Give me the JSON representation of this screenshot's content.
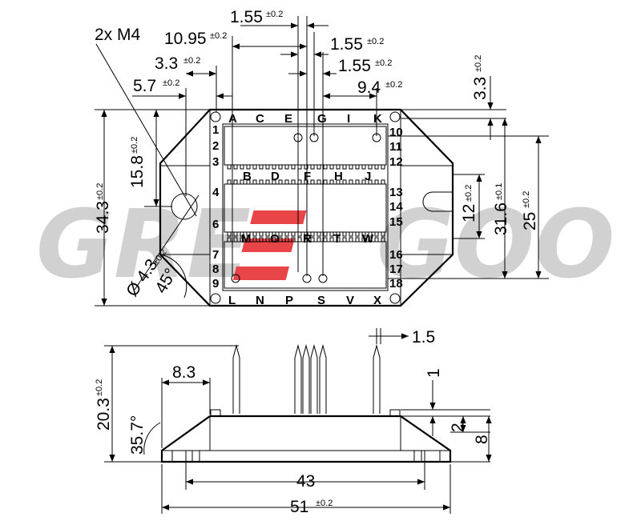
{
  "watermark": {
    "text_left": "GRE",
    "text_right": "GOO",
    "mark_color": "#e5252a",
    "text_color": "#c9c9c9"
  },
  "top_view": {
    "top_dims": [
      {
        "key": "d155a",
        "value": "1.55",
        "tol": "±0.2"
      },
      {
        "key": "d1095",
        "value": "10.95",
        "tol": "±0.2"
      },
      {
        "key": "d155b",
        "value": "1.55",
        "tol": "±0.2"
      },
      {
        "key": "d33",
        "value": "3.3",
        "tol": "±0.2"
      },
      {
        "key": "d155c",
        "value": "1.55",
        "tol": "±0.2"
      },
      {
        "key": "d57",
        "value": "5.7",
        "tol": "±0.2"
      },
      {
        "key": "d94",
        "value": "9.4",
        "tol": "±0.2"
      }
    ],
    "screw_label": "2x M4",
    "vertical_dims": [
      {
        "key": "v33",
        "value": "3.3",
        "tol": "±0.2"
      },
      {
        "key": "v158",
        "value": "15.8",
        "tol": "±0.2"
      },
      {
        "key": "v343",
        "value": "34.3",
        "tol": "±0.2"
      },
      {
        "key": "v12",
        "value": "12",
        "tol": "±0.2"
      },
      {
        "key": "v316",
        "value": "31.6",
        "tol": "±0.1"
      },
      {
        "key": "v25",
        "value": "25",
        "tol": "±0.2"
      }
    ],
    "hole_dim": {
      "value": "Ø 4.3",
      "tol": "±0.2"
    },
    "angle": "45°",
    "top_letters": [
      "A",
      "C",
      "E",
      "G",
      "I",
      "K"
    ],
    "mid1_letters": [
      "B",
      "D",
      "F",
      "H",
      "J"
    ],
    "mid2_letters": [
      "M",
      "O",
      "R",
      "T",
      "W"
    ],
    "bottom_letters": [
      "L",
      "N",
      "P",
      "S",
      "V",
      "X"
    ],
    "left_numbers": [
      "1",
      "2",
      "3",
      "4",
      "6",
      "7",
      "8",
      "9"
    ],
    "right_numbers": [
      "10",
      "11",
      "12",
      "13",
      "14",
      "15",
      "16",
      "17",
      "18"
    ]
  },
  "side_view": {
    "d15": "1.5",
    "d83": "8.3",
    "d1": "1",
    "d203": {
      "value": "20.3",
      "tol": "±0.2"
    },
    "d2": "2",
    "d8": "8",
    "angle": "35.7°",
    "d43": "43",
    "d51": {
      "value": "51",
      "tol": "±0.2"
    }
  }
}
